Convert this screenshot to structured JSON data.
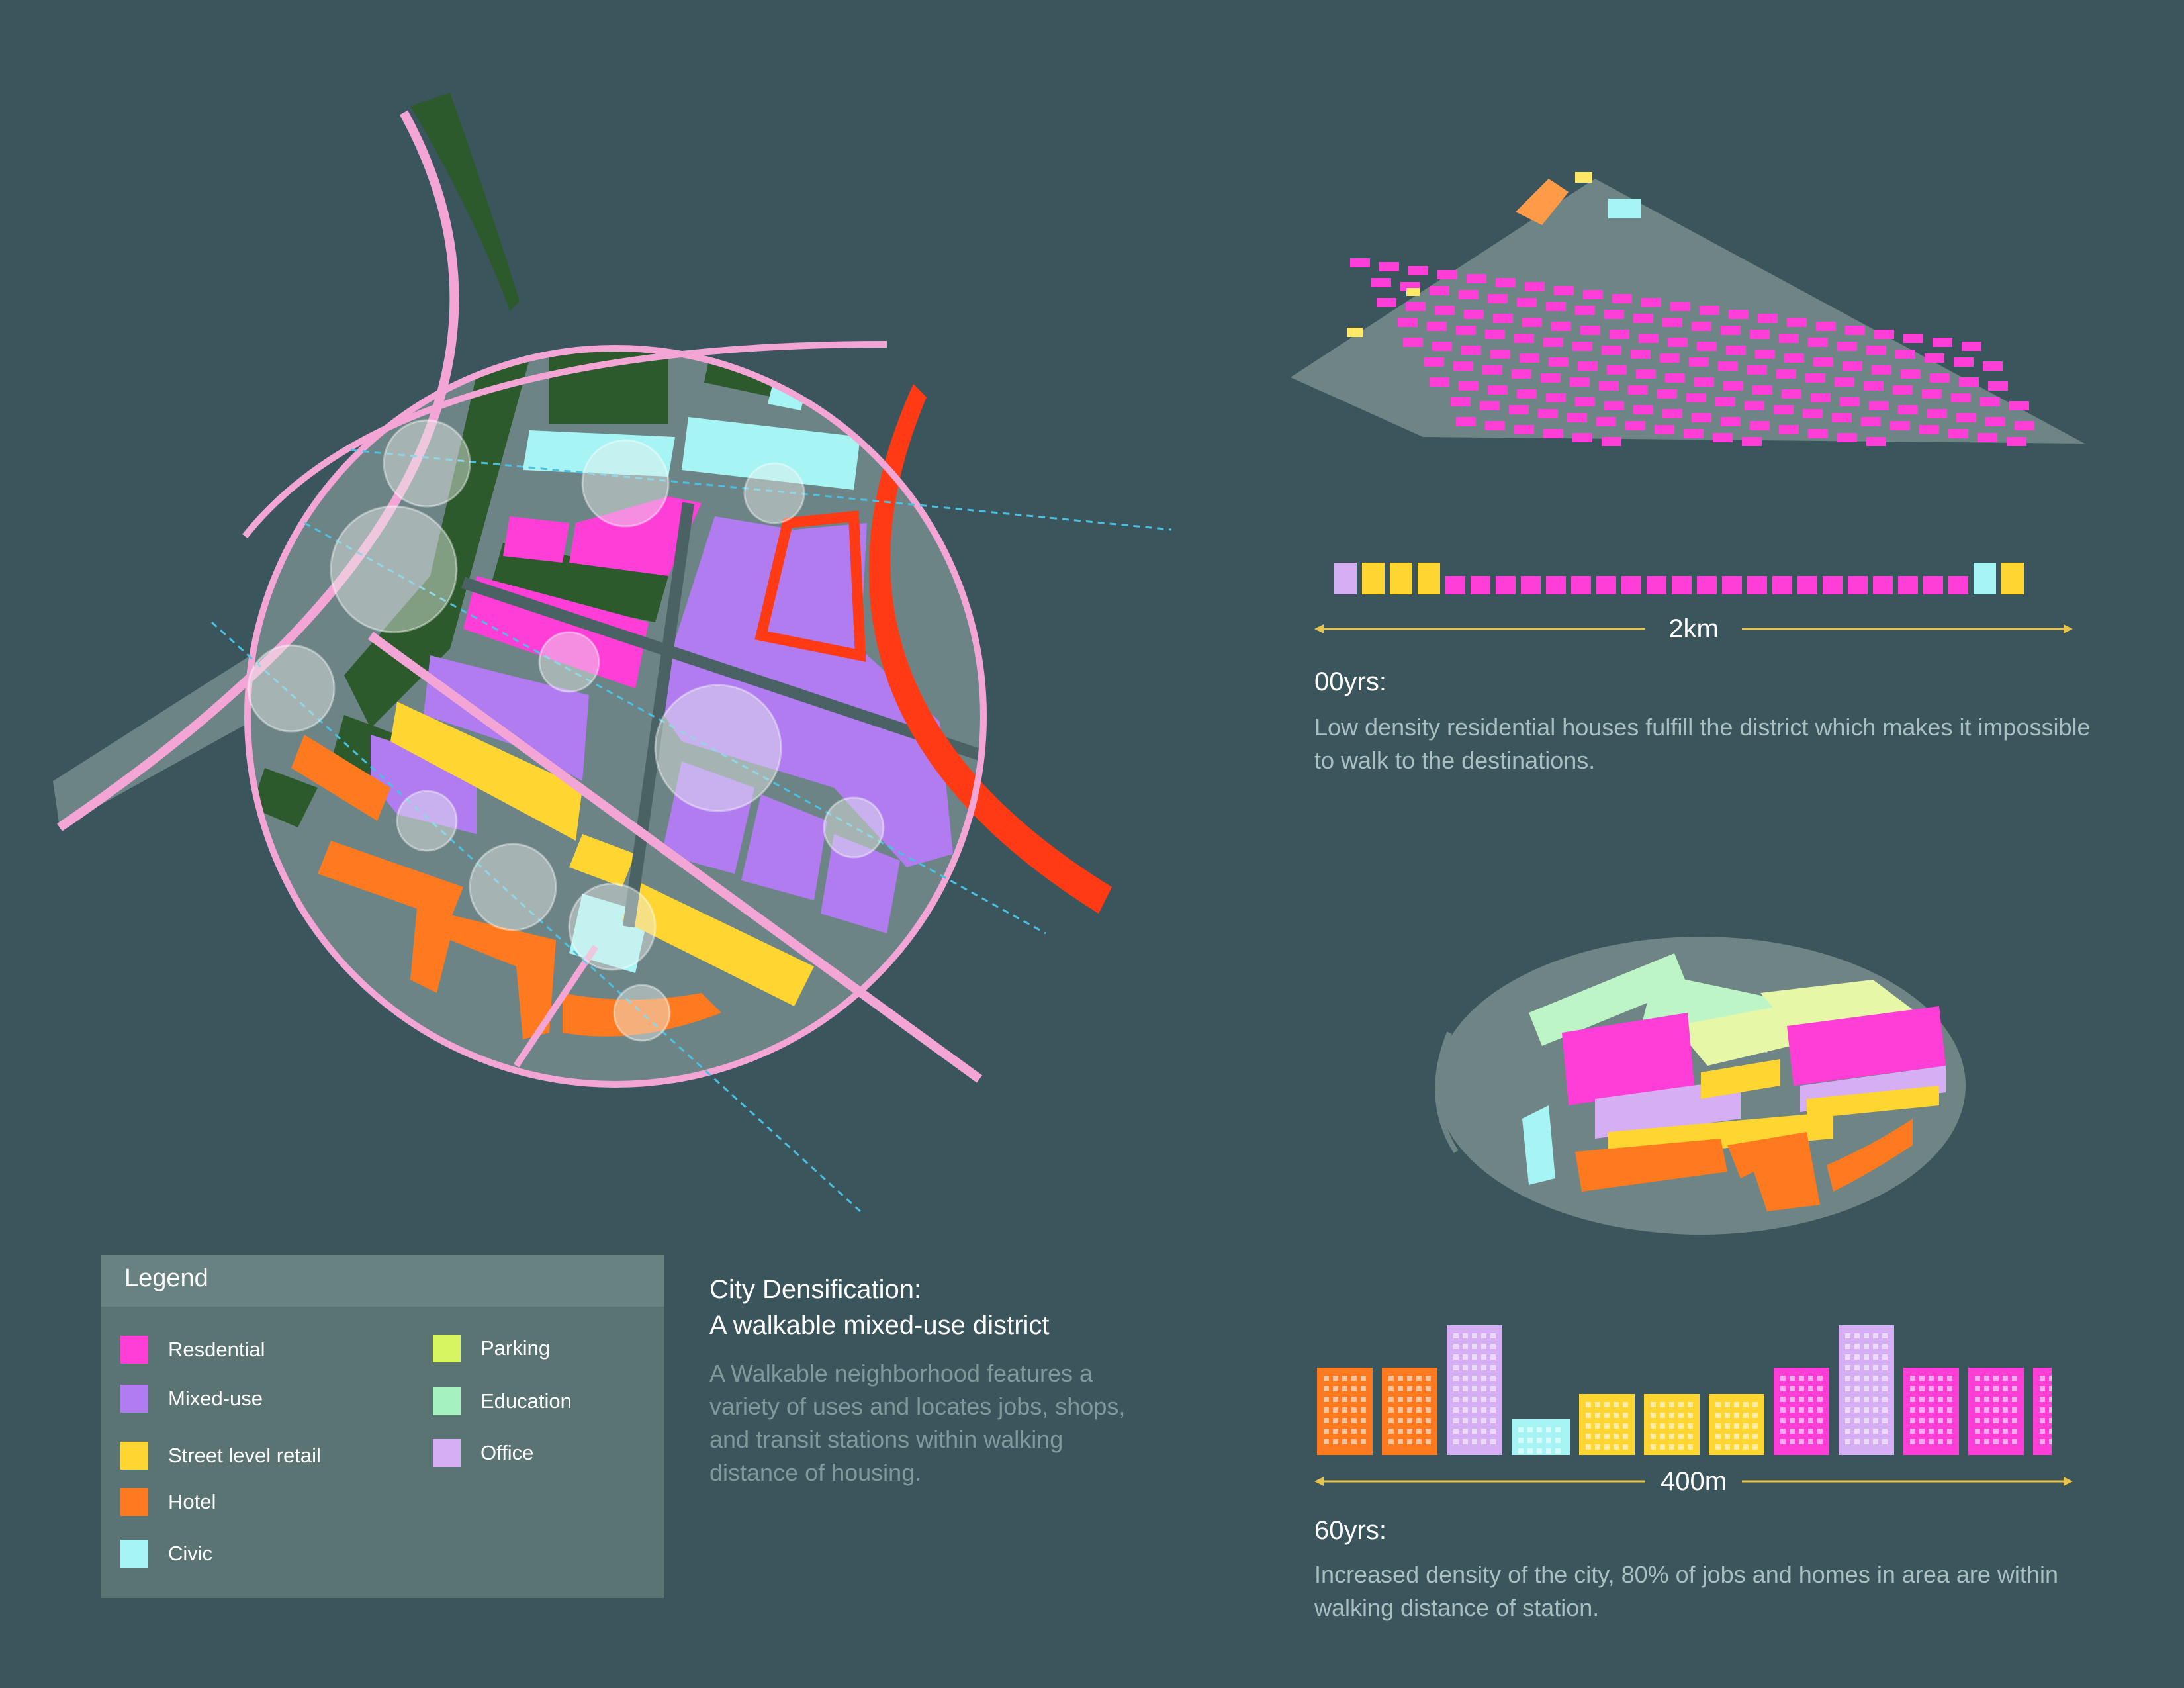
{
  "legend": {
    "title": "Legend",
    "items": [
      {
        "label": "Resdential",
        "color": "#ff3ed8"
      },
      {
        "label": "Mixed-use",
        "color": "#b07cf0"
      },
      {
        "label": "Street level retail",
        "color": "#ffd531"
      },
      {
        "label": "Hotel",
        "color": "#ff7a1e"
      },
      {
        "label": "Civic",
        "color": "#a6f4f4"
      },
      {
        "label": "Parking",
        "color": "#d6f560"
      },
      {
        "label": "Education",
        "color": "#a6f1c0"
      },
      {
        "label": "Office",
        "color": "#d6aef4"
      }
    ]
  },
  "headline": {
    "line1": "City Densification:",
    "line2": "A walkable mixed-use district",
    "description": "A Walkable neighborhood features a variety of uses and locates jobs, shops, and transit stations within walking distance of housing."
  },
  "scenario_00": {
    "scale_label": "2km",
    "title": "00yrs:",
    "description": "Low density residential houses fulfill the district which makes it impossible to walk to the destinations."
  },
  "scenario_60": {
    "scale_label": "400m",
    "title": "60yrs:",
    "description": "Increased density of the city, 80% of jobs and homes in area are within walking distance of station."
  },
  "colors": {
    "background": "#3b555d",
    "green_space": "#2d5a2c",
    "transit_ring": "#f3a6d6",
    "main_road": "#ff3a14",
    "walk_radius": "#e8f0ec",
    "dashed_axis": "#4bc0e0",
    "scale_arrow": "#e8c44a"
  }
}
